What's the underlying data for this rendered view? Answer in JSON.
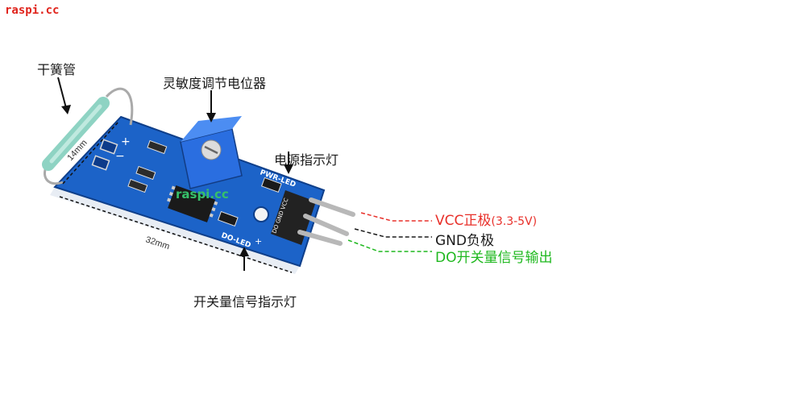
{
  "watermark": "raspi.cc",
  "board_watermark": "raspi.cc",
  "labels": {
    "reed_switch": "干簧管",
    "potentiometer": "灵敏度调节电位器",
    "power_led": "电源指示灯",
    "signal_led": "开关量信号指示灯",
    "width_dim": "14mm",
    "length_dim": "32mm"
  },
  "silkscreen": {
    "plus": "+",
    "minus": "−",
    "pwr_led": "PWR-LED",
    "do_led": "DO-LED",
    "do_plus": "+",
    "pins": "DO GND VCC"
  },
  "pins": [
    {
      "name": "VCC正极",
      "range": "(3.3-5V)",
      "color": "#e8302a"
    },
    {
      "name": "GND负极",
      "range": "",
      "color": "#1a1a1a"
    },
    {
      "name": "DO开关量信号输出",
      "range": "",
      "color": "#1fb81f"
    }
  ],
  "colors": {
    "pcb": "#1c63c8",
    "pcb_dark": "#0f3f8a",
    "potentiometer": "#2a6ee0",
    "glass": "#8ed3c3",
    "pins": "#b8b8b8"
  }
}
